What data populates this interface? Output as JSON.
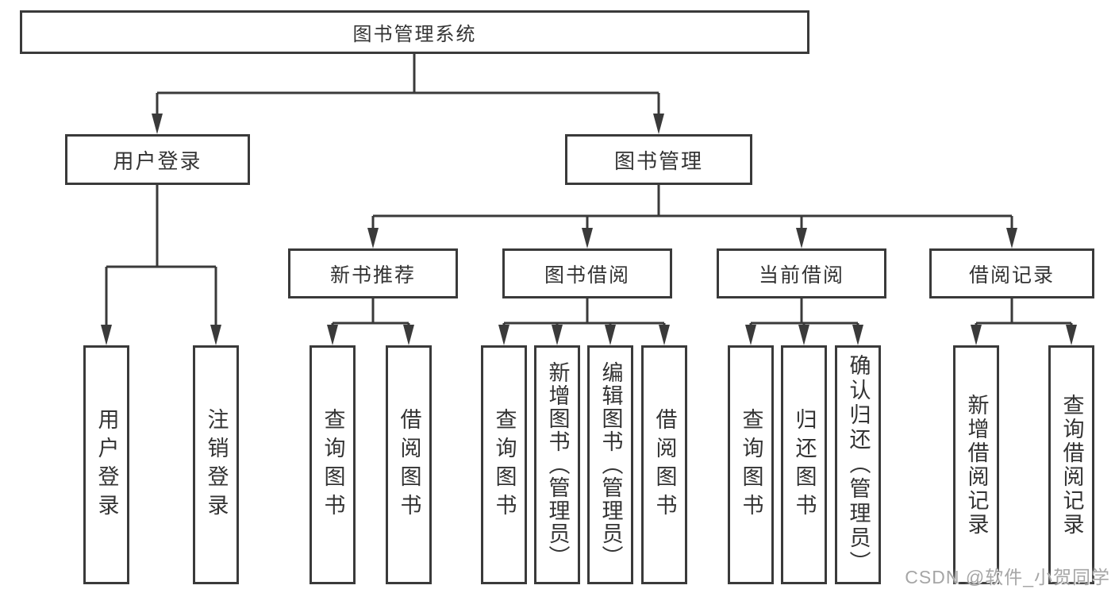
{
  "diagram": {
    "type": "hierarchy-tree",
    "title": "图书管理系统",
    "colors": {
      "line": "#3a3a3a",
      "box_border": "#3a3a3a",
      "text": "#333333",
      "watermark": "#a6a6a6",
      "background": "#ffffff"
    }
  },
  "tree": {
    "root": {
      "label": "图书管理系统",
      "children": [
        {
          "label": "用户登录",
          "children": [
            {
              "label": "用户登录"
            },
            {
              "label": "注销登录"
            }
          ]
        },
        {
          "label": "图书管理",
          "children": [
            {
              "label": "新书推荐",
              "children": [
                {
                  "label": "查询图书"
                },
                {
                  "label": "借阅图书"
                }
              ]
            },
            {
              "label": "图书借阅",
              "children": [
                {
                  "label": "查询图书"
                },
                {
                  "label": "新增图书（管理员）"
                },
                {
                  "label": "编辑图书（管理员）"
                },
                {
                  "label": "借阅图书"
                }
              ]
            },
            {
              "label": "当前借阅",
              "children": [
                {
                  "label": "查询图书"
                },
                {
                  "label": "归还图书"
                },
                {
                  "label": "确认归还（管理员）"
                }
              ]
            },
            {
              "label": "借阅记录",
              "children": [
                {
                  "label": "新增借阅记录"
                },
                {
                  "label": "查询借阅记录"
                }
              ]
            }
          ]
        }
      ]
    }
  },
  "watermark": {
    "text": "CSDN @软件_小贺同学"
  }
}
